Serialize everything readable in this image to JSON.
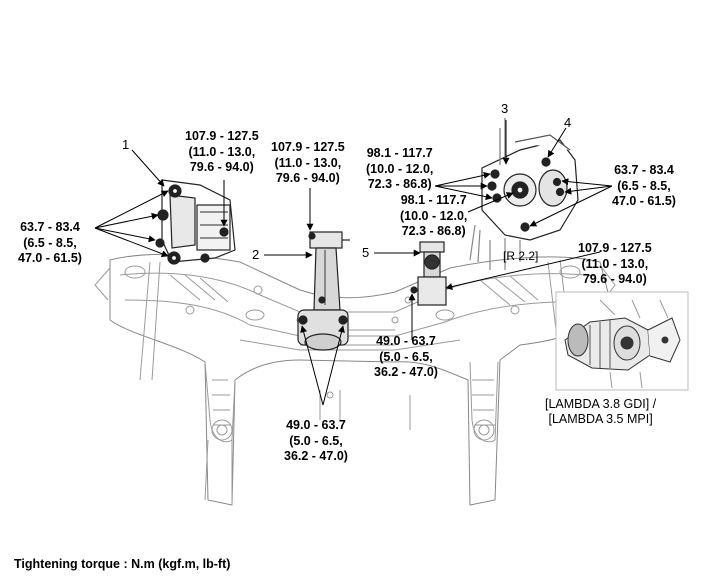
{
  "callouts": {
    "c1": "1",
    "c2": "2",
    "c3": "3",
    "c4": "4",
    "c5": "5"
  },
  "torques": {
    "left_mount_top": [
      "107.9 - 127.5",
      "(11.0 - 13.0,",
      "79.6 - 94.0)"
    ],
    "left_mount_side": [
      "63.7 - 83.4",
      "(6.5 - 8.5,",
      "47.0 - 61.5)"
    ],
    "roll_rod_top": [
      "107.9 - 127.5",
      "(11.0 - 13.0,",
      "79.6 - 94.0)"
    ],
    "roll_rod_bottom": [
      "49.0 - 63.7",
      "(5.0 - 6.5,",
      "36.2 - 47.0)"
    ],
    "right_mount_a": [
      "98.1 - 117.7",
      "(10.0 - 12.0,",
      "72.3 - 86.8)"
    ],
    "right_mount_b": [
      "98.1 - 117.7",
      "(10.0 - 12.0,",
      "72.3 - 86.8)"
    ],
    "right_mount_side": [
      "63.7 - 83.4",
      "(6.5 - 8.5,",
      "47.0 - 61.5)"
    ],
    "front_mount_top": [
      "107.9 - 127.5",
      "(11.0 - 13.0,",
      "79.6 - 94.0)"
    ],
    "front_mount_bottom": [
      "49.0 - 63.7",
      "(5.0 - 6.5,",
      "36.2 - 47.0)"
    ]
  },
  "marks": {
    "r22": "[R 2.2]"
  },
  "inset": {
    "caption": [
      "[LAMBDA 3.8 GDI] /",
      "[LAMBDA 3.5 MPI]"
    ]
  },
  "footer": {
    "text": "Tightening torque : N.m (kgf.m, lb-ft)"
  }
}
